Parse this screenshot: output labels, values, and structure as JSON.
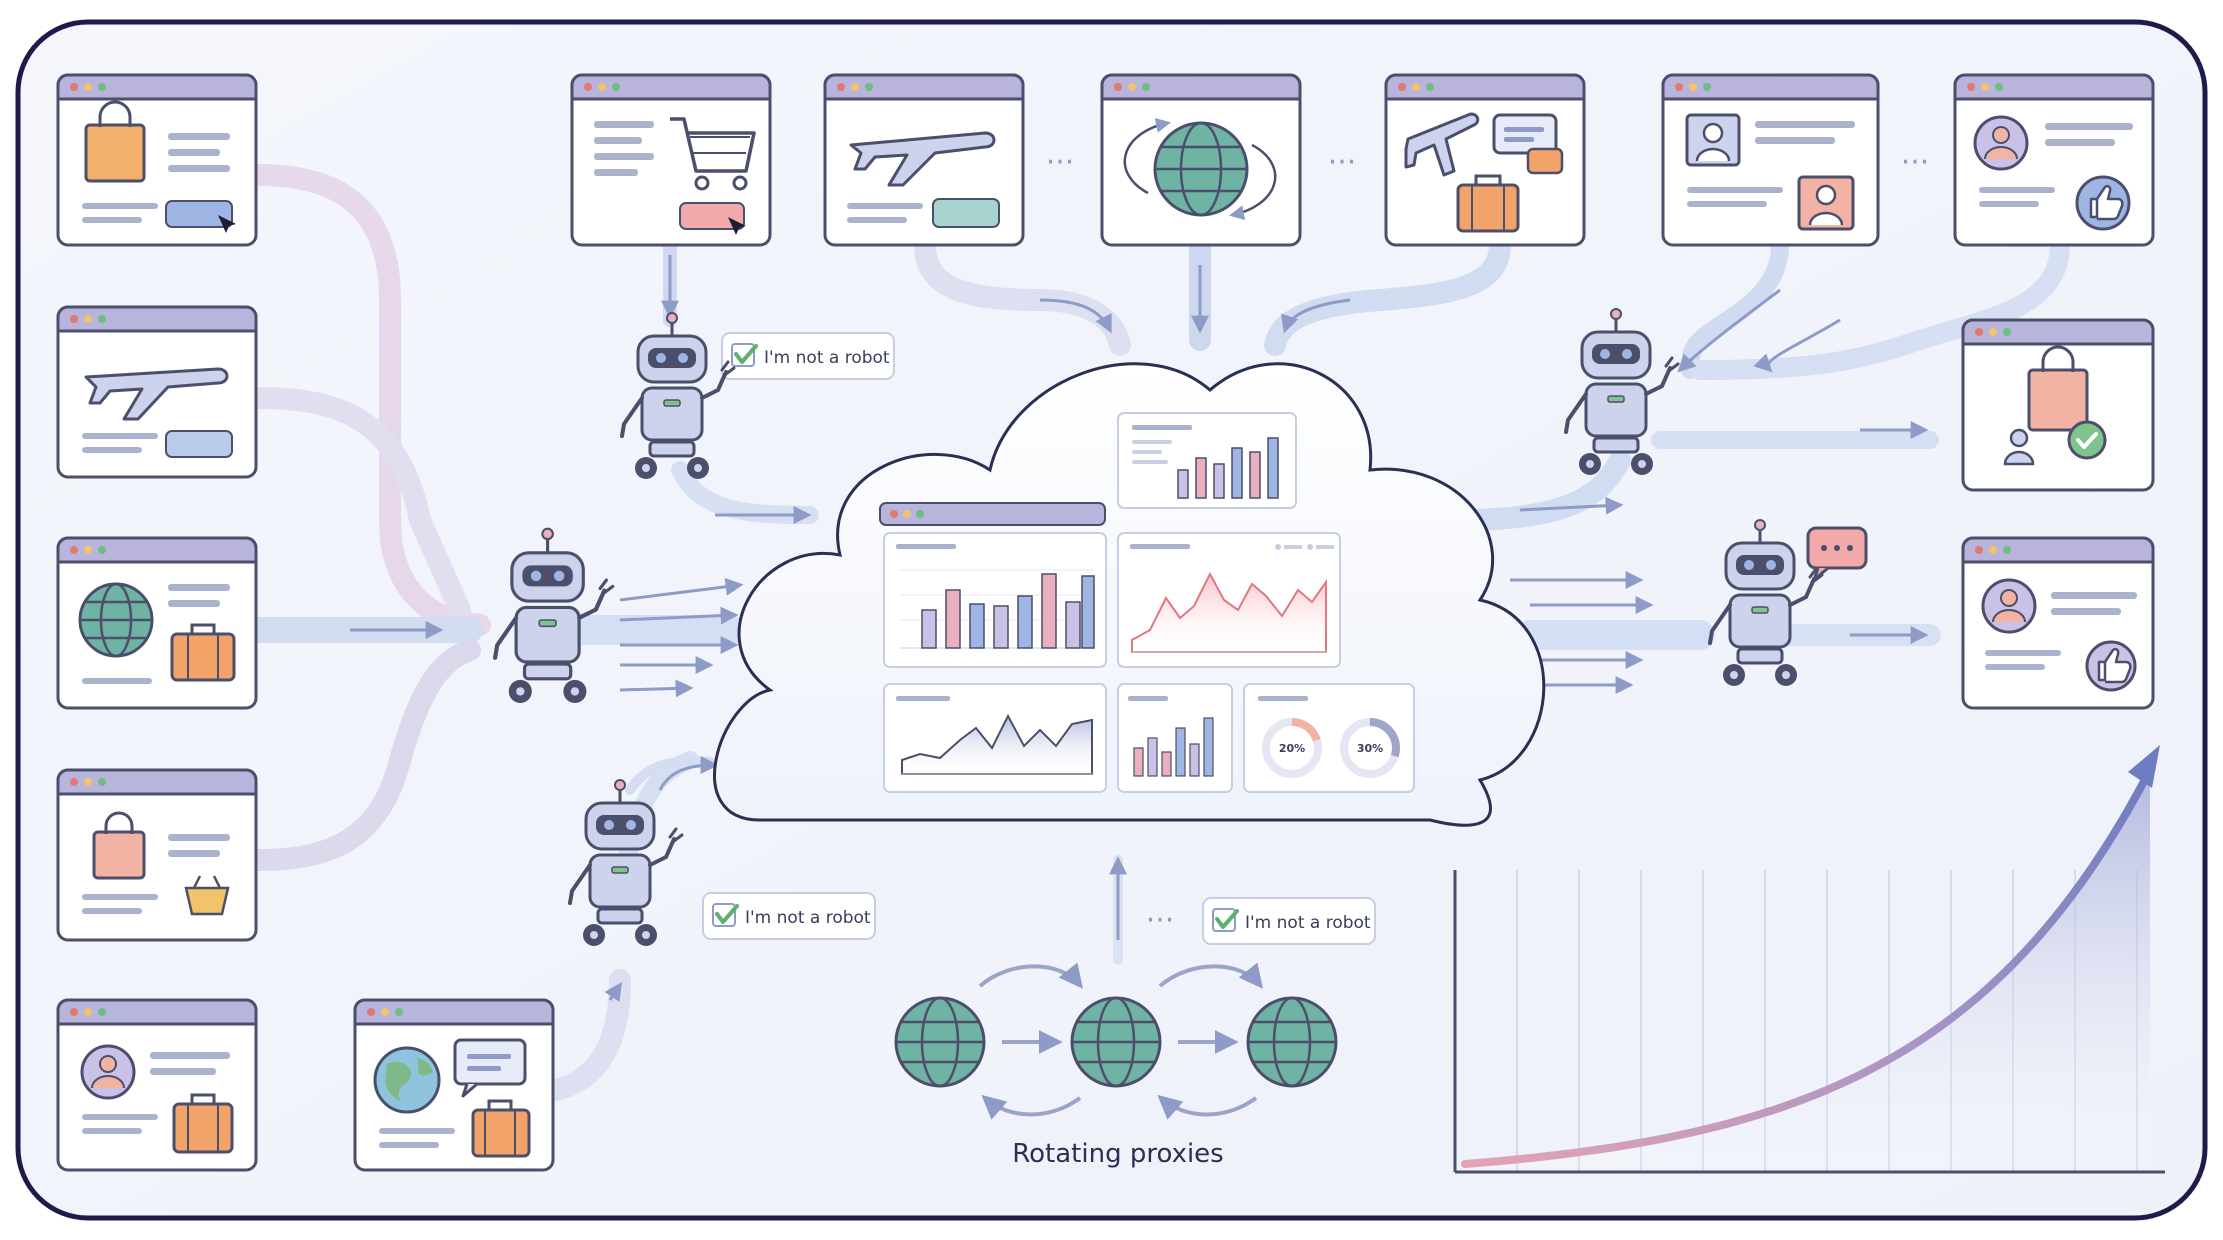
{
  "captcha": {
    "label": "I'm not a robot"
  },
  "proxies": {
    "caption": "Rotating proxies"
  },
  "gauges": {
    "left": "20%",
    "right": "30%"
  },
  "ellipsis": "···",
  "palette": {
    "frame": "#1f1a4a",
    "window_bar": "#b8b4dc",
    "window_border": "#4b4f6b",
    "line": "#a9b3cc",
    "accent_blue": "#9fb6e4",
    "accent_pink": "#eab0c0",
    "accent_orange": "#f2a36a",
    "globe_green": "#6fb3a4",
    "robot_body": "#cdd3ec",
    "check_green": "#5fb06d"
  },
  "growth_curve": {
    "type": "area",
    "trend": "exponential growth",
    "grid": true
  }
}
